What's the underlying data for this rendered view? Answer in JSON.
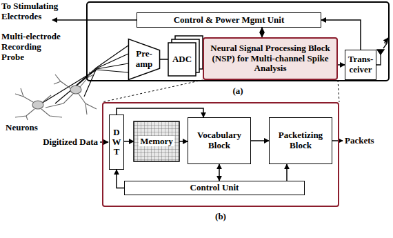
{
  "diagram": {
    "nodes": [
      {
        "text": [
          "(a)"
        ]
      },
      {
        "text": [
          "Control & Power Mgmt Unit"
        ],
        "in": 0
      },
      {
        "text": [
          "Pre-amp"
        ],
        "in": 0
      },
      {
        "text": [
          "ADC"
        ],
        "in": 0
      },
      {
        "text": [
          "Neural Signal Processing Block (NSP) for Multi-channel Spike Analysis"
        ],
        "in": 0
      },
      {
        "text": [
          "Trans-ceiver"
        ],
        "in": 0
      },
      {
        "text": [
          "(b)"
        ]
      },
      {
        "text": [
          "DWT"
        ],
        "in": 6
      },
      {
        "text": [
          "Memory"
        ],
        "in": 6
      },
      {
        "text": [
          "Vocabulary Block"
        ],
        "in": 6
      },
      {
        "text": [
          "Packetizing Block"
        ],
        "in": 6
      },
      {
        "text": [
          "Control Unit"
        ],
        "in": 6
      }
    ],
    "edges": [
      {
        "from": 2,
        "to": 3,
        "arrow": "none"
      },
      {
        "from": 3,
        "to": 4,
        "arrow": "to"
      },
      {
        "from": 4,
        "to": 1,
        "arrow": "both"
      },
      {
        "from": 4,
        "to": 5,
        "arrow": "to"
      },
      {
        "from": 5,
        "to": 1,
        "arrow": "to"
      },
      {
        "from": 7,
        "to": 8,
        "arrow": "to"
      },
      {
        "from": 7,
        "to": 9,
        "arrow": "to"
      },
      {
        "from": 8,
        "to": 9,
        "arrow": "to"
      },
      {
        "from": 9,
        "to": 10,
        "arrow": "to"
      },
      {
        "from": 11,
        "to": 7,
        "arrow": "to"
      },
      {
        "from": 11,
        "to": 9,
        "arrow": "both"
      },
      {
        "from": 11,
        "to": 10,
        "arrow": "to"
      }
    ],
    "labels": [
      "To Stimulating Electrodes",
      "Multi-electrode Recording Probe",
      "Neurons",
      "Digitized Data",
      "Packets"
    ]
  }
}
